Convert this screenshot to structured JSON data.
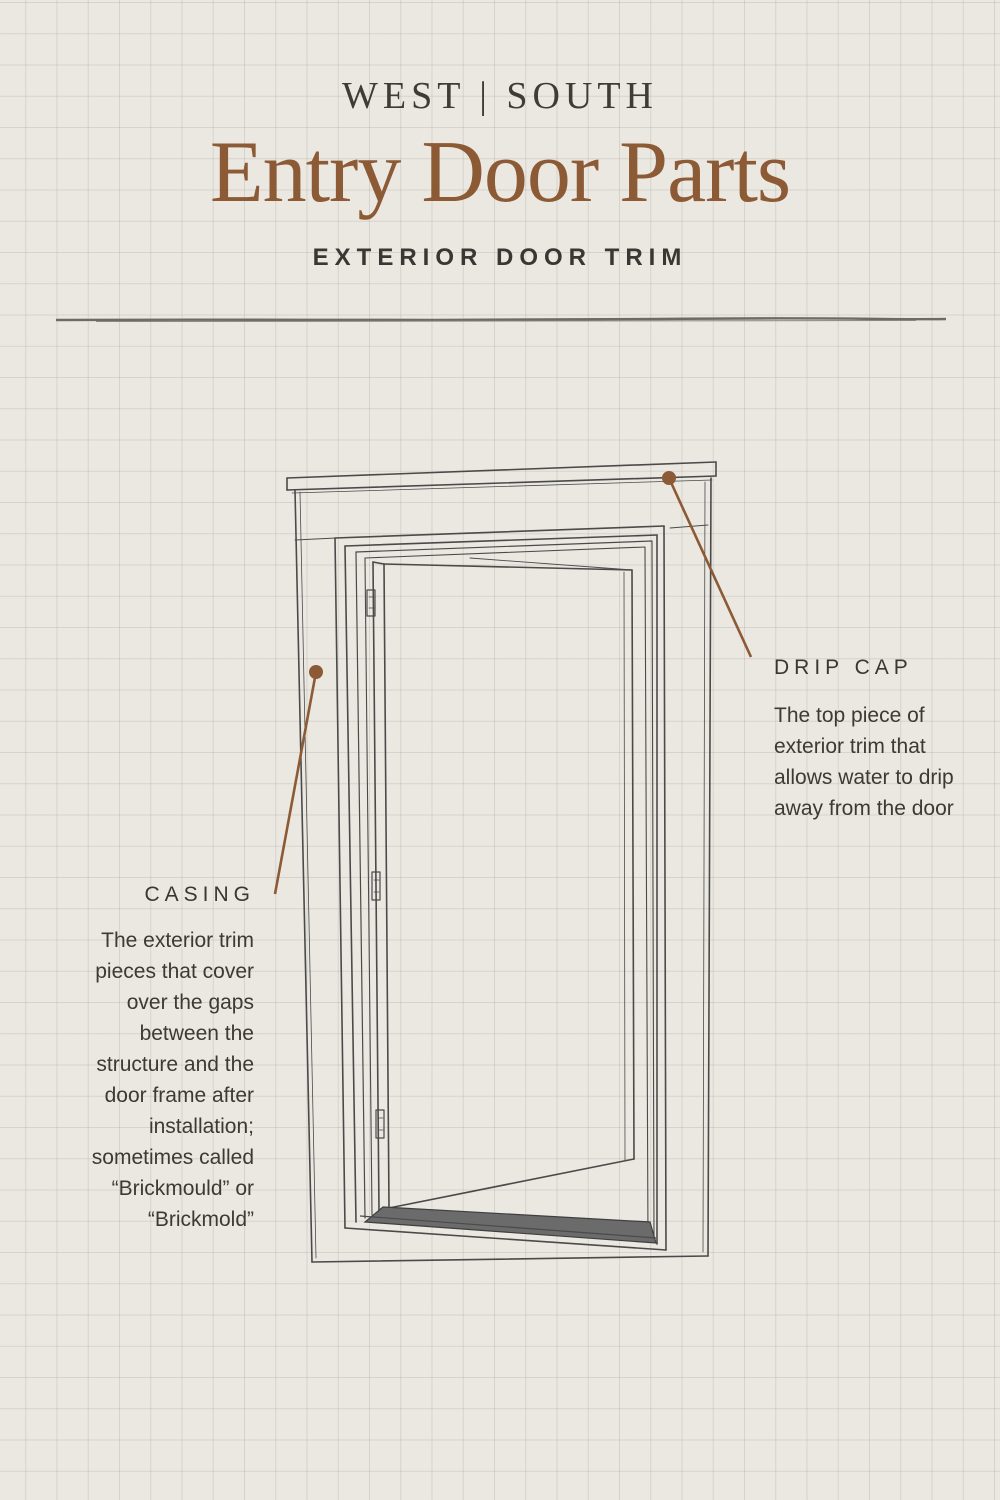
{
  "header": {
    "brand": "WEST | SOUTH",
    "title": "Entry Door Parts",
    "subtitle": "EXTERIOR DOOR TRIM"
  },
  "callouts": {
    "drip_cap": {
      "title": "DRIP CAP",
      "body": "The top piece of exterior trim that allows water to drip away from the door"
    },
    "casing": {
      "title": "CASING",
      "body": "The exterior trim pieces that cover over the gaps between the structure and the door frame after installation; sometimes called “Brickmould” or “Brickmold”"
    }
  },
  "colors": {
    "accent": "#8c5a35",
    "text": "#3d3935",
    "paper": "#ebe8e2",
    "sketch_line": "#4a4a4a",
    "threshold": "#6b6b6b"
  }
}
